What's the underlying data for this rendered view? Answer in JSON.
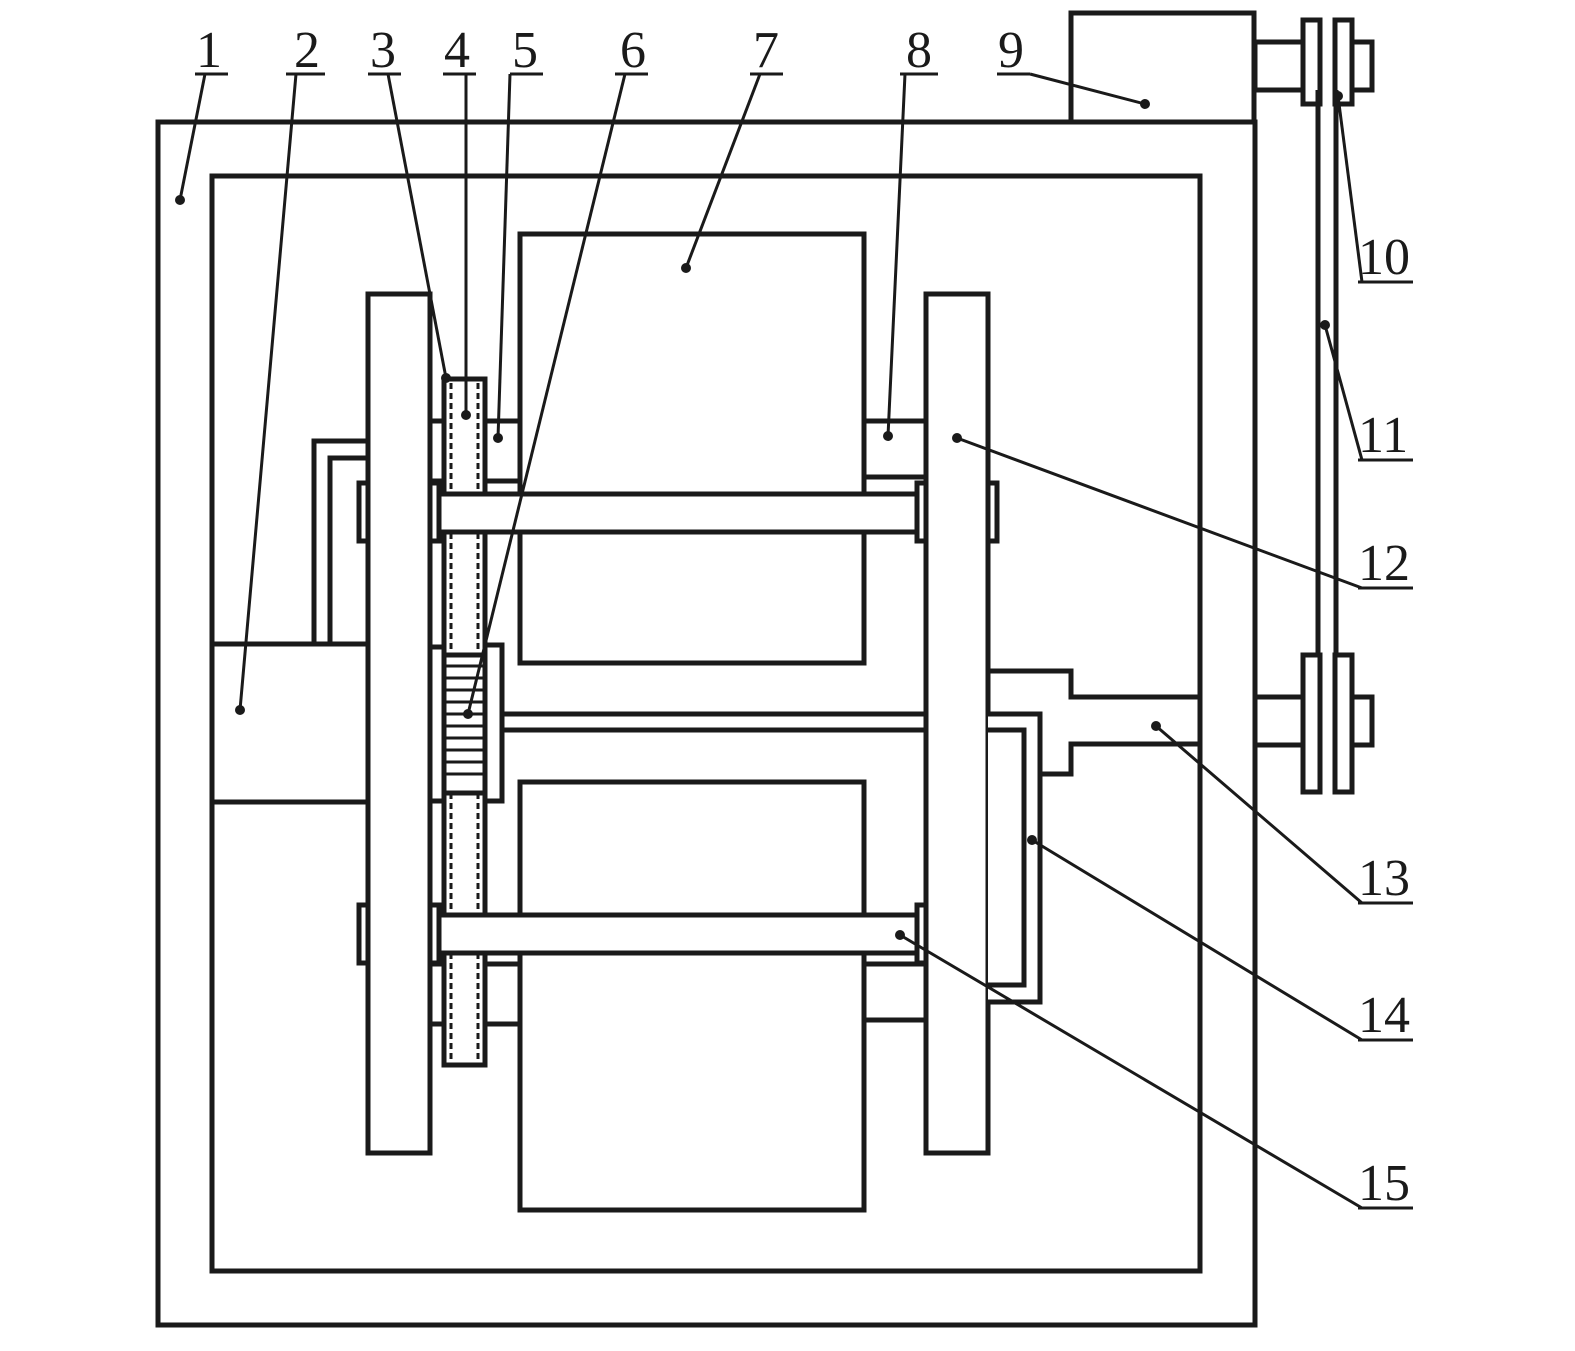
{
  "diagram": {
    "labels": [
      {
        "id": "1",
        "text": "1"
      },
      {
        "id": "2",
        "text": "2"
      },
      {
        "id": "3",
        "text": "3"
      },
      {
        "id": "4",
        "text": "4"
      },
      {
        "id": "5",
        "text": "5"
      },
      {
        "id": "6",
        "text": "6"
      },
      {
        "id": "7",
        "text": "7"
      },
      {
        "id": "8",
        "text": "8"
      },
      {
        "id": "9",
        "text": "9"
      },
      {
        "id": "10",
        "text": "10"
      },
      {
        "id": "11",
        "text": "11"
      },
      {
        "id": "12",
        "text": "12"
      },
      {
        "id": "13",
        "text": "13"
      },
      {
        "id": "14",
        "text": "14"
      },
      {
        "id": "15",
        "text": "15"
      }
    ],
    "colors": {
      "line": "#1a1a1a",
      "background": "#ffffff"
    }
  }
}
